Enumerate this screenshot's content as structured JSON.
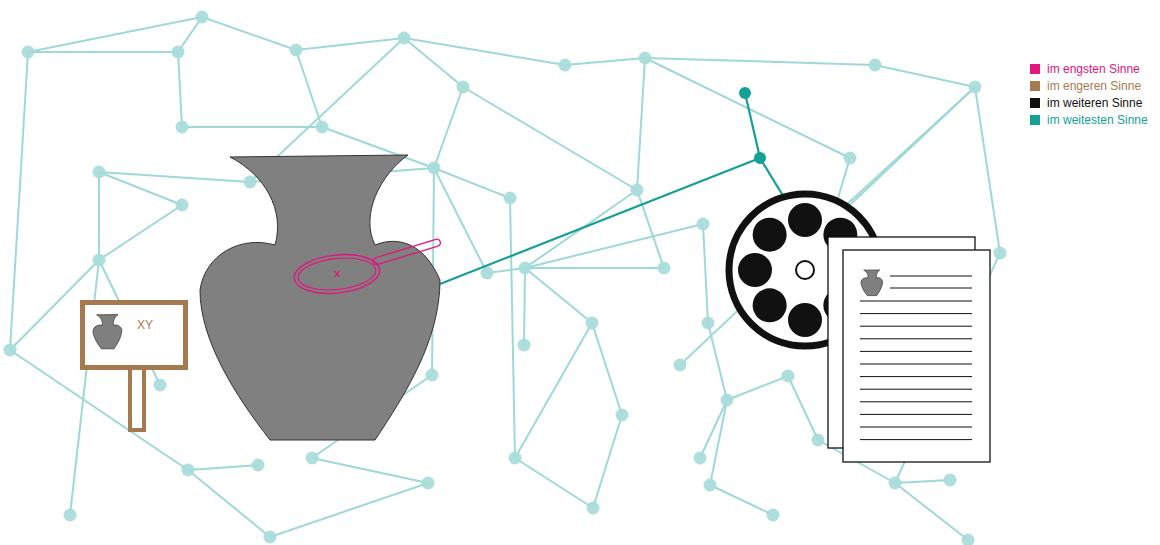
{
  "diagram": {
    "nodes": [
      {
        "text": [
          "XY"
        ]
      },
      {
        "text": [
          "x"
        ]
      }
    ],
    "legend": [
      {
        "text": "im engsten Sinne",
        "color": "#e4157d"
      },
      {
        "text": "im engeren Sinne",
        "color": "#a57a4f"
      },
      {
        "text": "im weiteren Sinne",
        "color": "#111111"
      },
      {
        "text": "im weitesten Sinne",
        "color": "#14a095"
      }
    ]
  }
}
